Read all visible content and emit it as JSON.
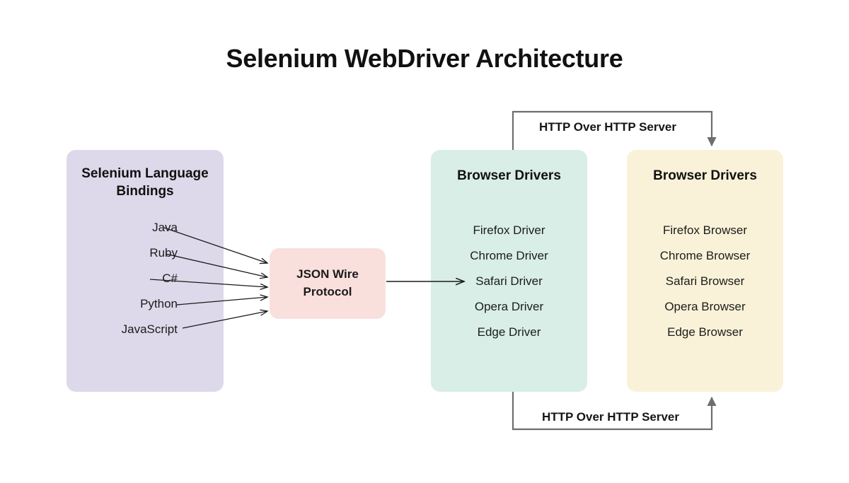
{
  "page": {
    "title": "Selenium WebDriver Architecture",
    "background": "#ffffff"
  },
  "colors": {
    "bindings_box": "#ddd9ea",
    "jsonwire_box": "#f9e0dd",
    "drivers_box": "#d8eee6",
    "browsers_box": "#f9f2d8",
    "connector_line": "#1a1a1a",
    "bracket_line": "#6e6e6e",
    "text": "#1a1a1a"
  },
  "bindings": {
    "title_line1": "Selenium Language",
    "title_line2": "Bindings",
    "items": [
      {
        "label": "Java"
      },
      {
        "label": "Ruby"
      },
      {
        "label": "C#"
      },
      {
        "label": "Python"
      },
      {
        "label": "JavaScript"
      }
    ]
  },
  "jsonwire": {
    "line1": "JSON Wire",
    "line2": "Protocol"
  },
  "drivers": {
    "title": "Browser Drivers",
    "items": [
      {
        "label": "Firefox Driver"
      },
      {
        "label": "Chrome Driver"
      },
      {
        "label": "Safari Driver"
      },
      {
        "label": "Opera Driver"
      },
      {
        "label": "Edge Driver"
      }
    ]
  },
  "browsers": {
    "title": "Browser Drivers",
    "items": [
      {
        "label": "Firefox Browser"
      },
      {
        "label": "Chrome Browser"
      },
      {
        "label": "Safari Browser"
      },
      {
        "label": "Opera Browser"
      },
      {
        "label": "Edge Browser"
      }
    ]
  },
  "connectors": {
    "http_top_label": "HTTP Over HTTP Server",
    "http_bottom_label": "HTTP Over HTTP Server"
  }
}
